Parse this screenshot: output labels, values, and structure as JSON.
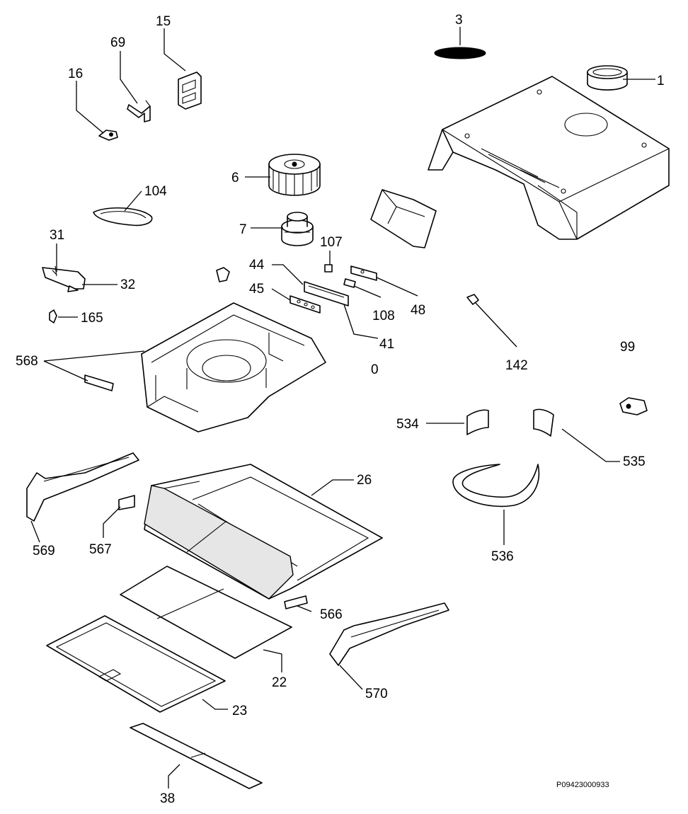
{
  "diagram": {
    "drawing_code": "P09423000933",
    "labels": [
      "1",
      "3",
      "6",
      "7",
      "15",
      "16",
      "22",
      "23",
      "26",
      "31",
      "32",
      "38",
      "41",
      "44",
      "45",
      "48",
      "69",
      "99",
      "104",
      "107",
      "108",
      "142",
      "165",
      "534",
      "535",
      "536",
      "566",
      "567",
      "568",
      "569",
      "570",
      "0"
    ]
  }
}
